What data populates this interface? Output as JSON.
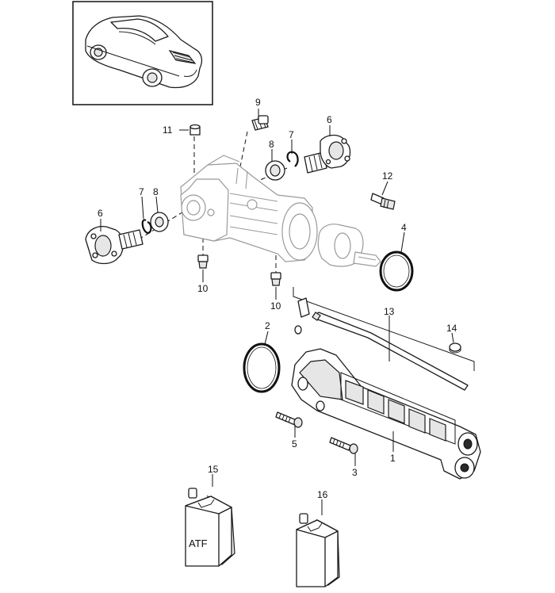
{
  "callouts": {
    "c1": "1",
    "c2": "2",
    "c3": "3",
    "c4": "4",
    "c5": "5",
    "c6a": "6",
    "c6b": "6",
    "c7a": "7",
    "c7b": "7",
    "c8a": "8",
    "c8b": "8",
    "c9": "9",
    "c10a": "10",
    "c10b": "10",
    "c11": "11",
    "c12": "12",
    "c13": "13",
    "c14": "14",
    "c15": "15",
    "c16": "16"
  },
  "can_label": "ATF"
}
